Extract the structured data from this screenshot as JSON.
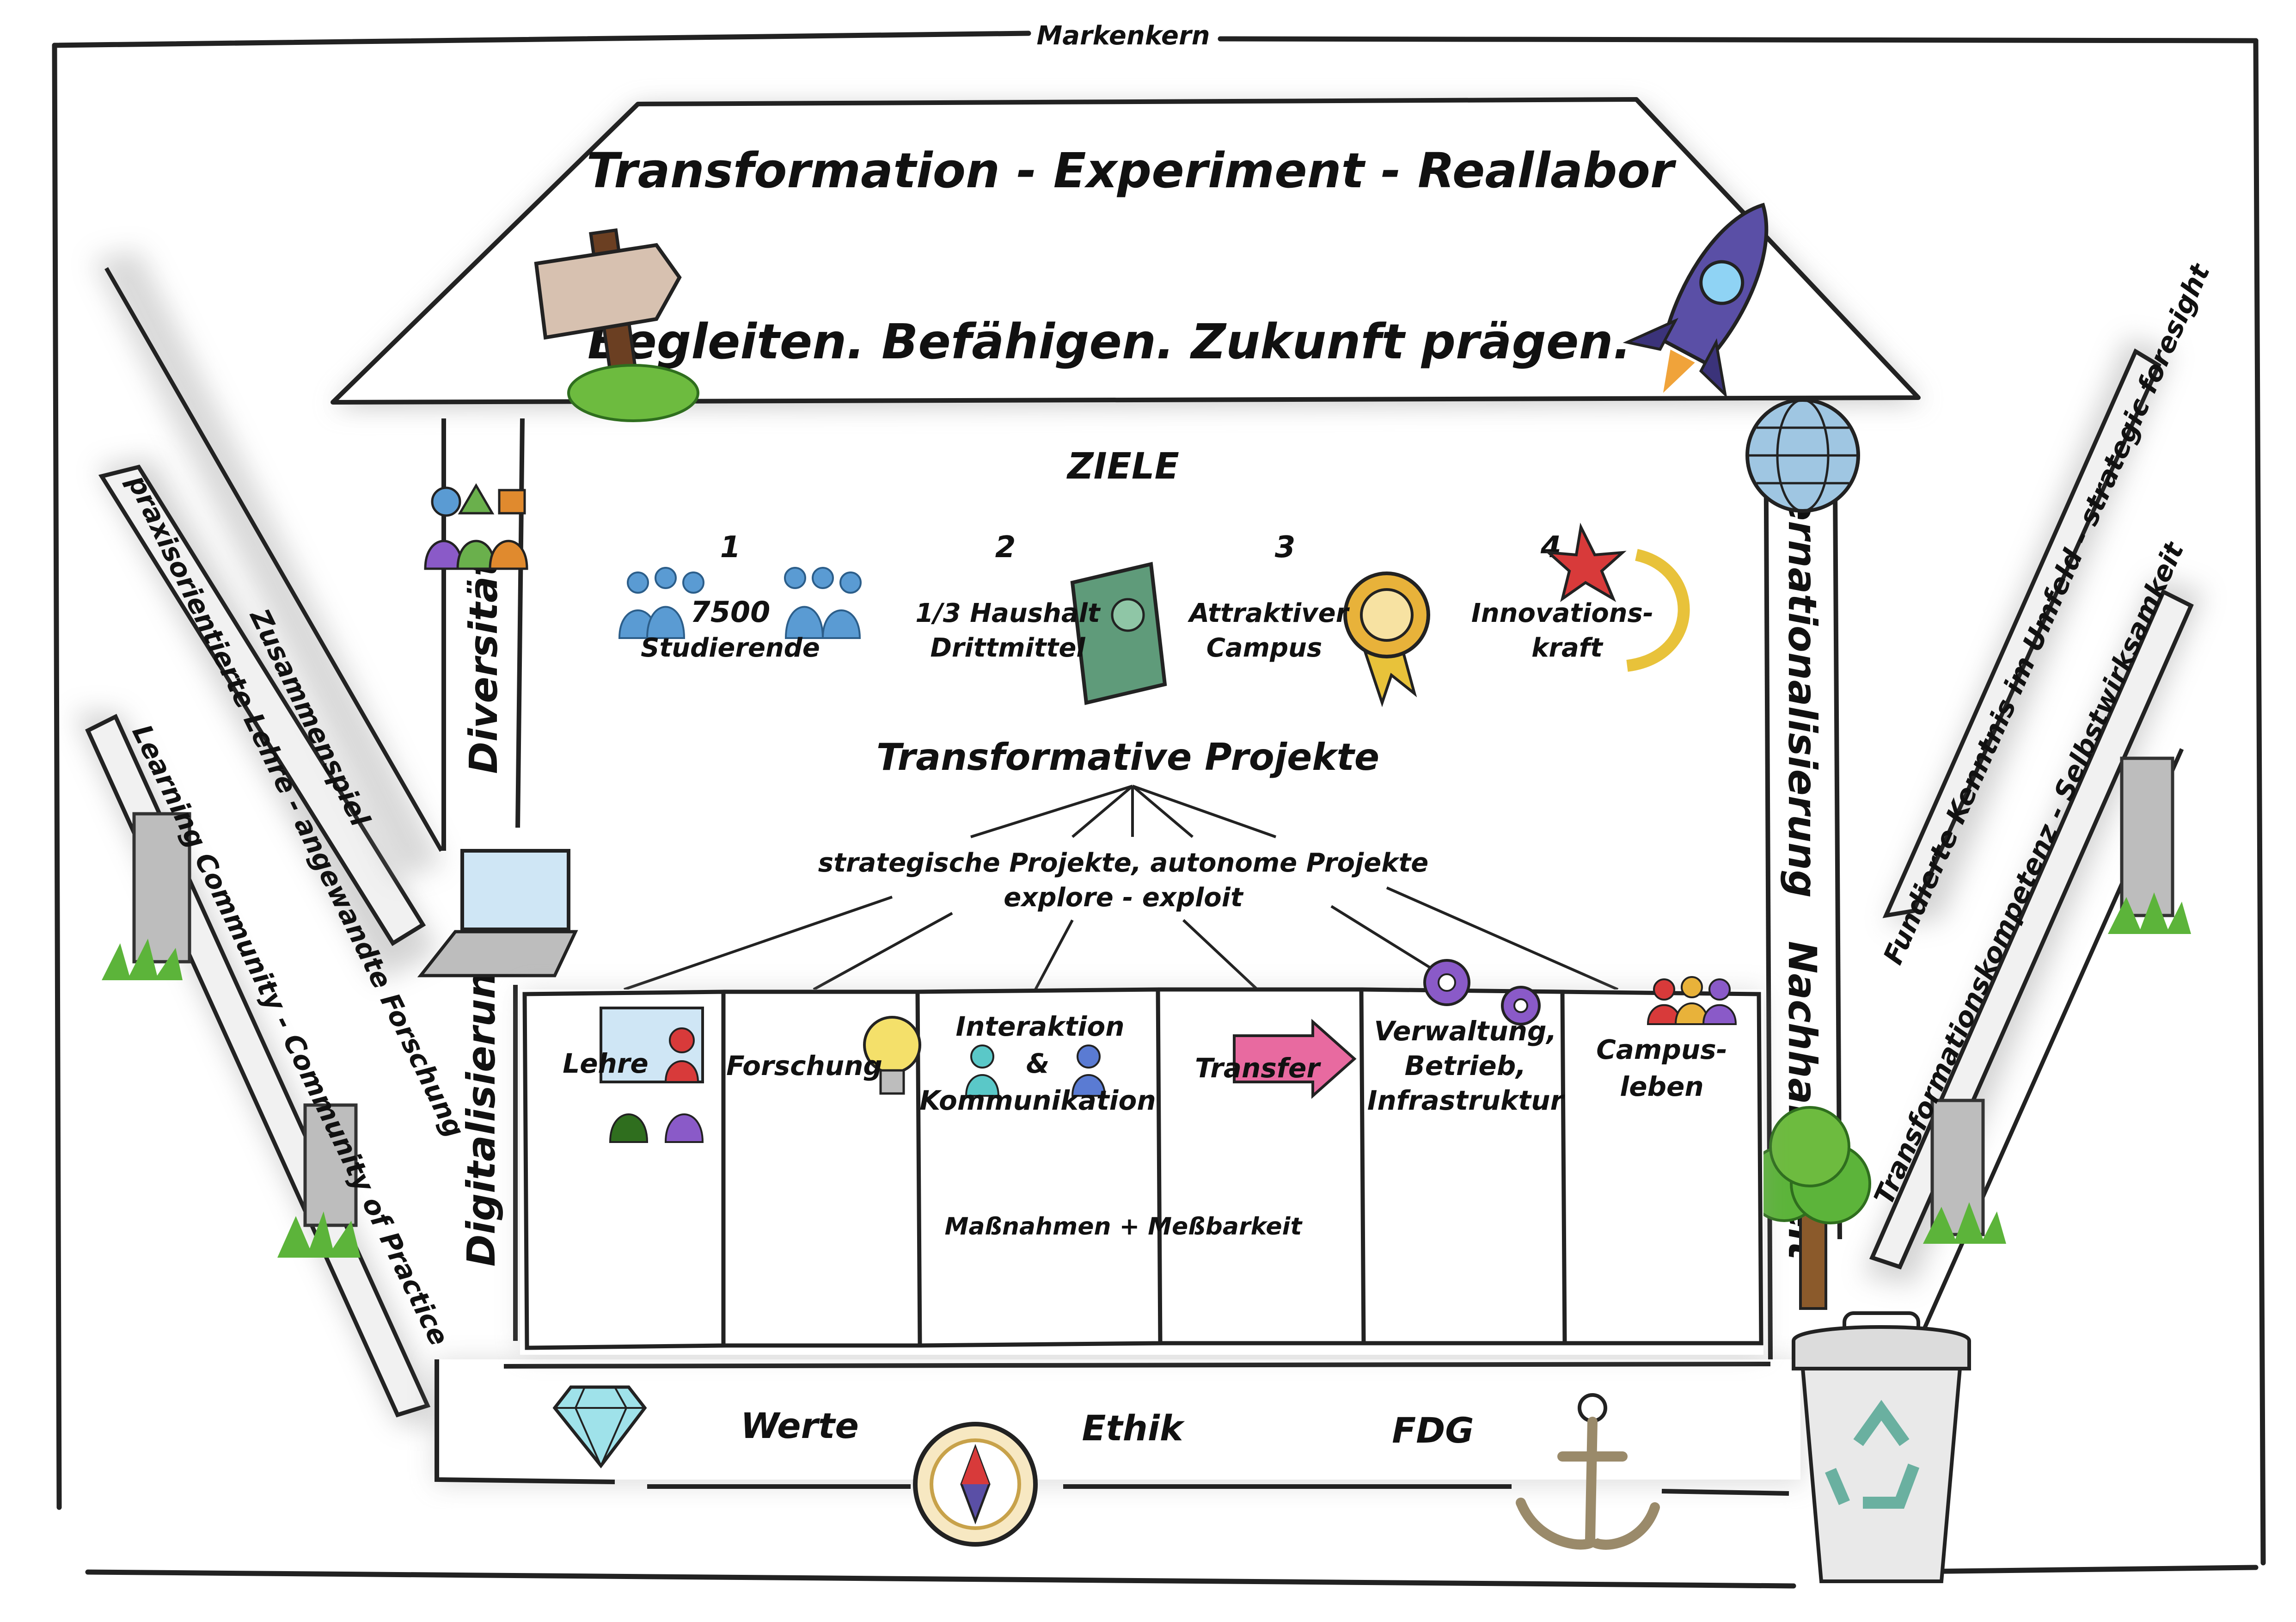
{
  "frame_label": "Markenkern",
  "roof": {
    "title": "Transformation - Experiment - Reallabor",
    "slogan": "Begleiten. Befähigen. Zukunft prägen."
  },
  "pillars": {
    "left_top": "Diversität",
    "left_bottom": "Digitalisierung",
    "right_top": "Internationalisierung",
    "right_bottom": "Nachhaltigkeit"
  },
  "goals": {
    "heading": "ZIELE",
    "items": [
      {
        "number": "1",
        "line1": "7500",
        "line2": "Studierende",
        "icon": "people-group-icon"
      },
      {
        "number": "2",
        "line1": "1/3 Haushalt",
        "line2": "Drittmittel",
        "icon": "money-bill-icon"
      },
      {
        "number": "3",
        "line1": "Attraktiver",
        "line2": "Campus",
        "icon": "award-medal-icon"
      },
      {
        "number": "4",
        "line1": "Innovations-",
        "line2": "kraft",
        "icon": "star-arrow-icon"
      }
    ]
  },
  "projects": {
    "title": "Transformative Projekte",
    "sub1": "strategische Projekte, autonome Projekte",
    "sub2": "explore - exploit"
  },
  "areas": [
    {
      "lines": [
        "Lehre"
      ],
      "icon": "classroom-icon"
    },
    {
      "lines": [
        "Forschung"
      ],
      "icon": "lightbulb-icon"
    },
    {
      "lines": [
        "Interaktion",
        "&",
        "Kommunikation"
      ],
      "icon": "two-people-icon"
    },
    {
      "lines": [
        "Transfer"
      ],
      "icon": "arrow-icon"
    },
    {
      "lines": [
        "Verwaltung,",
        "Betrieb,",
        "Infrastruktur"
      ],
      "icon": "gears-icon"
    },
    {
      "lines": [
        "Campus-",
        "leben"
      ],
      "icon": "people-group-icon"
    }
  ],
  "measures": "Maßnahmen + Meßbarkeit",
  "foundation": {
    "items": [
      "Werte",
      "Ethik",
      "FDG"
    ]
  },
  "ramps": {
    "left_outer": "Learning Community - Community of Practice",
    "left_inner_1": "Zusammenspiel",
    "left_inner_2": "praxisorientierte Lehre - angewandte Forschung",
    "right_outer": "Fundierte Kenntnis im Umfeld - strategic foresight",
    "right_inner": "Transformationskompetenz - Selbstwirksamkeit"
  },
  "colors": {
    "roof_shadow": "#9a9a9a",
    "money": "#5f9b7a",
    "medal": "#e8b23a",
    "star": "#d83a3a",
    "plant": "#6dbb3f",
    "rocket": "#5a4fa6",
    "people_blue": "#5a9bd3",
    "purple": "#8a5ac8",
    "green": "#6ab04c",
    "orange": "#e08a2e",
    "pink": "#e86aa0"
  }
}
